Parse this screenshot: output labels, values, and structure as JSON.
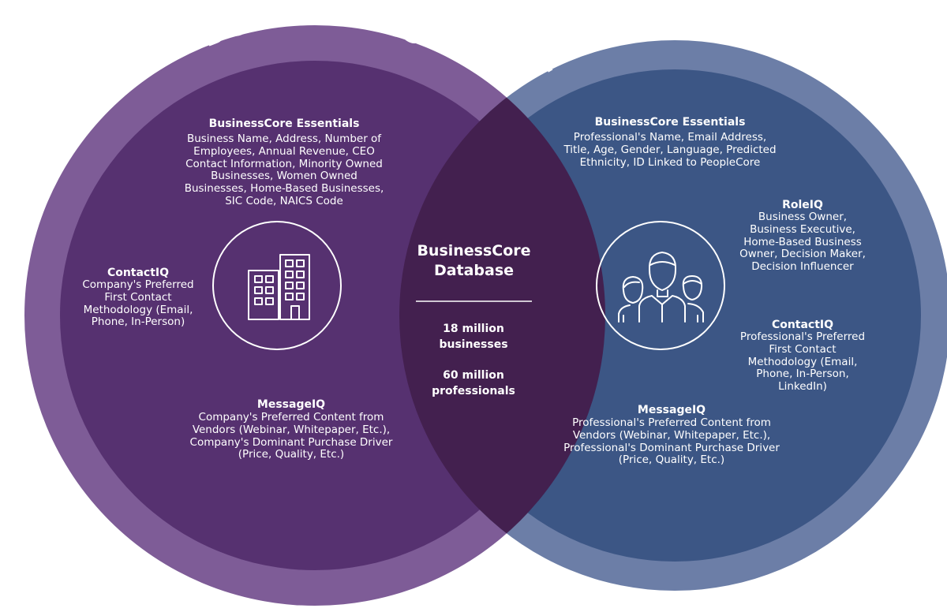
{
  "colors": {
    "left_ring": "#7e5c97",
    "left_fill": "#563170",
    "right_ring": "#6c7ea7",
    "right_fill": "#3c5685",
    "overlap": "#43204f",
    "text": "#ffffff"
  },
  "left": {
    "title": "BUSINESSES",
    "essentials": {
      "heading": "BusinessCore Essentials",
      "text": "Business Name, Address, Number of Employees, Annual Revenue, CEO Contact Information, Minority Owned Businesses, Women Owned Businesses, Home-Based Businesses, SIC Code, NAICS Code"
    },
    "contact": {
      "heading": "ContactIQ",
      "text": "Company's Preferred First Contact Methodology (Email, Phone, In-Person)"
    },
    "message": {
      "heading": "MessageIQ",
      "text": "Company's Preferred Content from Vendors (Webinar, Whitepaper, Etc.), Company's Dominant Purchase Driver (Price, Quality, Etc.)"
    },
    "icon": "office-building-icon"
  },
  "right": {
    "title": "PROFESSIONALS",
    "essentials": {
      "heading": "BusinessCore Essentials",
      "text": "Professional's Name, Email Address, Title, Age, Gender, Language, Predicted Ethnicity, ID Linked to PeopleCore"
    },
    "role": {
      "heading": "RoleIQ",
      "text": "Business Owner, Business Executive, Home-Based Business Owner, Decision Maker, Decision Influencer"
    },
    "contact": {
      "heading": "ContactIQ",
      "text": "Professional's Preferred First Contact Methodology (Email, Phone, In-Person, LinkedIn)"
    },
    "message": {
      "heading": "MessageIQ",
      "text": "Professional's Preferred Content from Vendors (Webinar, Whitepaper, Etc.), Professional's Dominant Purchase Driver (Price, Quality, Etc.)"
    },
    "icon": "people-group-icon"
  },
  "center": {
    "title": "BusinessCore Database",
    "stat1": "18 million businesses",
    "stat2": "60 million professionals"
  }
}
